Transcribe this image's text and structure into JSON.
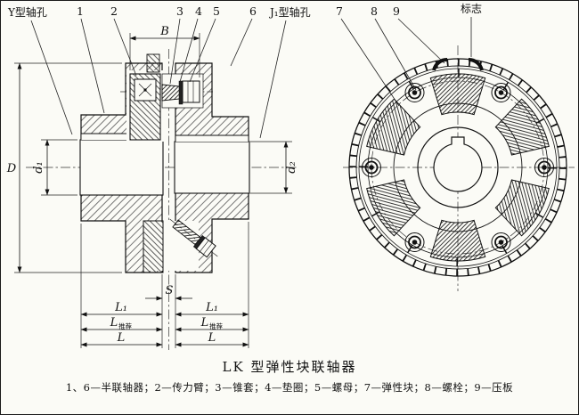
{
  "figure": {
    "title": "LK 型弹性块联轴器",
    "caption": "1、6—半联轴器；2—传力臂；3—锥套；4—垫圈；5—螺母；7—弹性块；8—螺栓；9—压板"
  },
  "callouts": {
    "y_bore": "Y型轴孔",
    "j1_bore": "J₁型轴孔",
    "mark": "标志",
    "n1": "1",
    "n2": "2",
    "n3": "3",
    "n4": "4",
    "n5": "5",
    "n6": "6",
    "n7": "7",
    "n8": "8",
    "n9": "9"
  },
  "dims": {
    "B": "B",
    "D": "D",
    "d1": "d₁",
    "d2": "d₂",
    "S": "S",
    "L1": "L₁",
    "L": "L",
    "L_sub": "推荐"
  }
}
